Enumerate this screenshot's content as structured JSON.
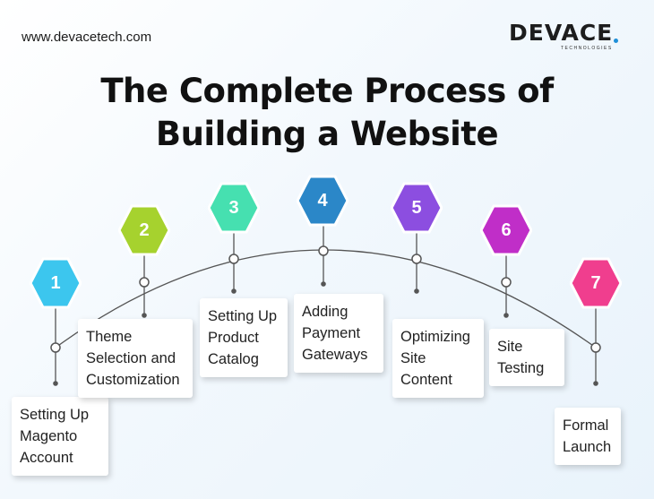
{
  "header": {
    "website": "www.devacetech.com",
    "logo_main": "DEVACE",
    "logo_sub": "TECHNOLOGIES"
  },
  "title": {
    "line1": "The Complete Process of",
    "line2": "Building a Website"
  },
  "steps": [
    {
      "number": "1",
      "label": "Setting Up\nMagento\nAccount",
      "color": "#3cc6ee"
    },
    {
      "number": "2",
      "label": "Theme\nSelection and\nCustomization",
      "color": "#a6d22e"
    },
    {
      "number": "3",
      "label": "Setting Up\nProduct\nCatalog",
      "color": "#46e0b0"
    },
    {
      "number": "4",
      "label": "Adding\nPayment\nGateways",
      "color": "#2b87c8"
    },
    {
      "number": "5",
      "label": "Optimizing\nSite\nContent",
      "color": "#8c4ee0"
    },
    {
      "number": "6",
      "label": "Site\nTesting",
      "color": "#c02ec8"
    },
    {
      "number": "7",
      "label": "Formal\nLaunch",
      "color": "#f03e8e"
    }
  ],
  "colors": {
    "connector": "#555555",
    "logo_accent": "#1f8fd8"
  }
}
